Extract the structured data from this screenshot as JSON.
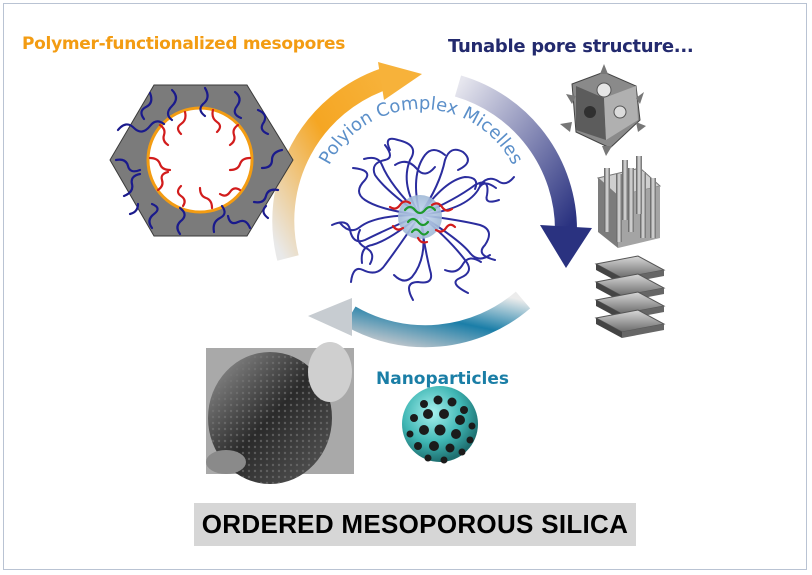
{
  "labels": {
    "polymer_functionalized": "Polymer-functionalized mesopores",
    "tunable_pore": "Tunable pore structure...",
    "center": "Polyion Complex Micelles",
    "nanoparticles": "Nanoparticles"
  },
  "title": "ORDERED MESOPOROUS SILICA",
  "colors": {
    "polymer_label": "#f39c12",
    "tunable_label": "#232a6e",
    "nano_label": "#1a7ea6",
    "center_text": "#5b8fc9",
    "arrow_orange": "#f5a623",
    "arrow_navy": "#2a3280",
    "arrow_teal": "#1b7ea8"
  }
}
